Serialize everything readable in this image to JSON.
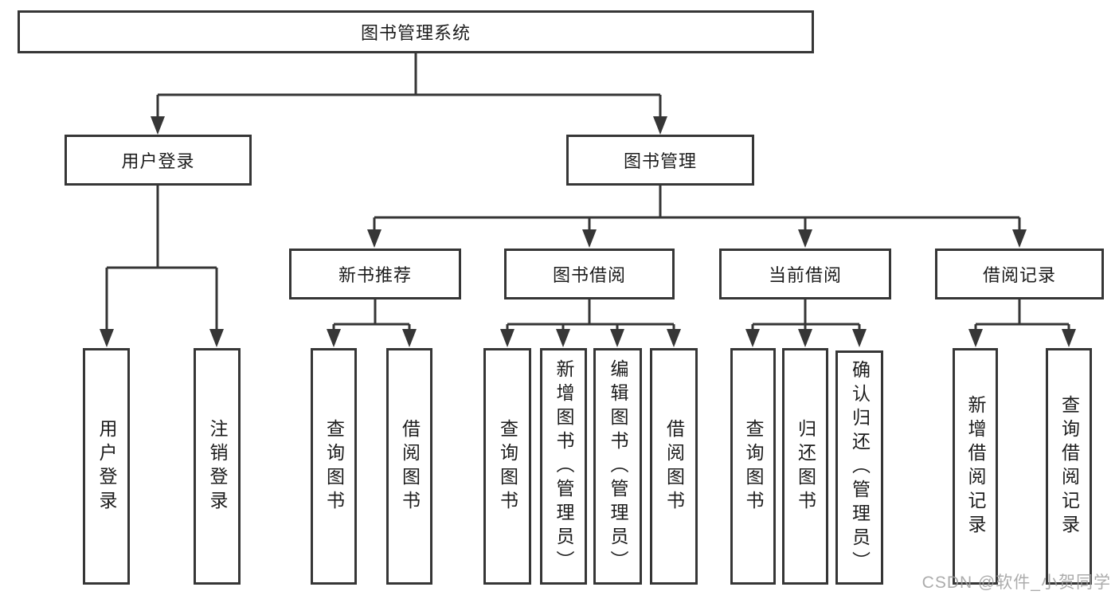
{
  "title": "图书管理系统",
  "watermark": "CSDN @软件_小贺同学",
  "colors": {
    "line": "#363636",
    "box_border": "#363636",
    "text": "#1c1c1c",
    "watermark": "#9e9e9e",
    "background": "#ffffff"
  },
  "nodes": {
    "system": {
      "label": "图书管理系统"
    },
    "login_module": {
      "label": "用户登录"
    },
    "book_module": {
      "label": "图书管理"
    },
    "user_login": {
      "label": "用户登录"
    },
    "logout": {
      "label": "注销登录"
    },
    "new_books": {
      "label": "新书推荐"
    },
    "book_borrow": {
      "label": "图书借阅"
    },
    "current_borrow": {
      "label": "当前借阅"
    },
    "borrow_records": {
      "label": "借阅记录"
    },
    "nb_query_books": {
      "label": "查询图书"
    },
    "nb_borrow_books": {
      "label": "借阅图书"
    },
    "bb_query_books": {
      "label": "查询图书"
    },
    "bb_add_books": {
      "label": "新增图书（管理员）"
    },
    "bb_edit_books": {
      "label": "编辑图书（管理员）"
    },
    "bb_borrow_books": {
      "label": "借阅图书"
    },
    "cb_query_books": {
      "label": "查询图书"
    },
    "cb_return_books": {
      "label": "归还图书"
    },
    "cb_confirm_return": {
      "label": "确认归还（管理员）"
    },
    "br_add_record": {
      "label": "新增借阅记录"
    },
    "br_query_record": {
      "label": "查询借阅记录"
    }
  },
  "hierarchy": {
    "图书管理系统": {
      "用户登录": [
        "用户登录",
        "注销登录"
      ],
      "图书管理": {
        "新书推荐": [
          "查询图书",
          "借阅图书"
        ],
        "图书借阅": [
          "查询图书",
          "新增图书（管理员）",
          "编辑图书（管理员）",
          "借阅图书"
        ],
        "当前借阅": [
          "查询图书",
          "归还图书",
          "确认归还（管理员）"
        ],
        "借阅记录": [
          "新增借阅记录",
          "查询借阅记录"
        ]
      }
    }
  }
}
